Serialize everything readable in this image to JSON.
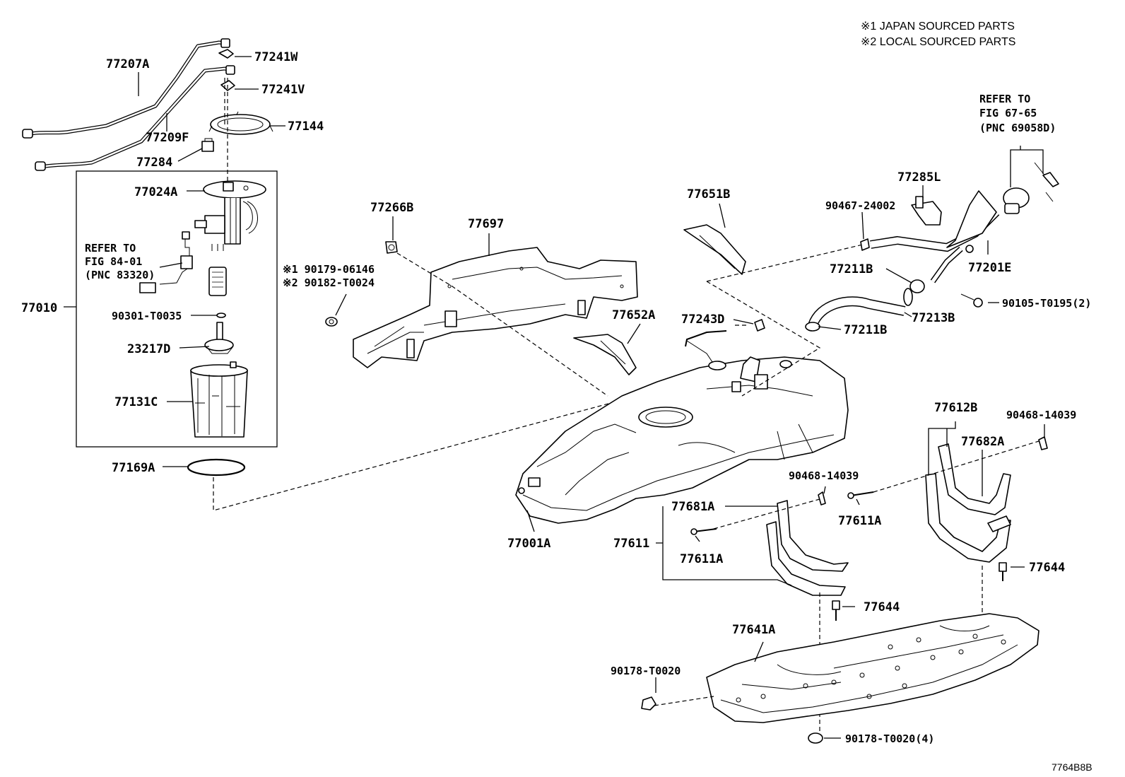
{
  "notes": {
    "japan": "※1 JAPAN SOURCED PARTS",
    "local": "※2 LOCAL SOURCED PARTS"
  },
  "figure_code": "7764B8B",
  "labels": {
    "p77207A": "77207A",
    "p77241W": "77241W",
    "p77241V": "77241V",
    "p77144": "77144",
    "p77209F": "77209F",
    "p77284": "77284",
    "p77024A": "77024A",
    "refer1_l1": "REFER TO",
    "refer1_l2": "FIG 84-01",
    "refer1_l3": "(PNC 83320)",
    "p77010": "77010",
    "p90301": "90301-T0035",
    "p23217D": "23217D",
    "p77131C": "77131C",
    "p77169A": "77169A",
    "p77266B": "77266B",
    "p77697": "77697",
    "p90179": "※1 90179-06146",
    "p90182": "※2 90182-T0024",
    "p77651B": "77651B",
    "p77652A": "77652A",
    "p77243D": "77243D",
    "p77285L": "77285L",
    "p90467": "90467-24002",
    "refer2_l1": "REFER TO",
    "refer2_l2": "FIG 67-65",
    "refer2_l3": "(PNC 69058D)",
    "p77201E": "77201E",
    "p77211B_a": "77211B",
    "p77211B_b": "77211B",
    "p77213B": "77213B",
    "p90105": "90105-T0195(2)",
    "p77612B": "77612B",
    "p90468_a": "90468-14039",
    "p90468_b": "90468-14039",
    "p77682A": "77682A",
    "p77681A": "77681A",
    "p77611A_a": "77611A",
    "p77611A_b": "77611A",
    "p77611": "77611",
    "p77001A": "77001A",
    "p77644_a": "77644",
    "p77644_b": "77644",
    "p77641A": "77641A",
    "p90178_a": "90178-T0020",
    "p90178_b": "90178-T0020(4)"
  }
}
